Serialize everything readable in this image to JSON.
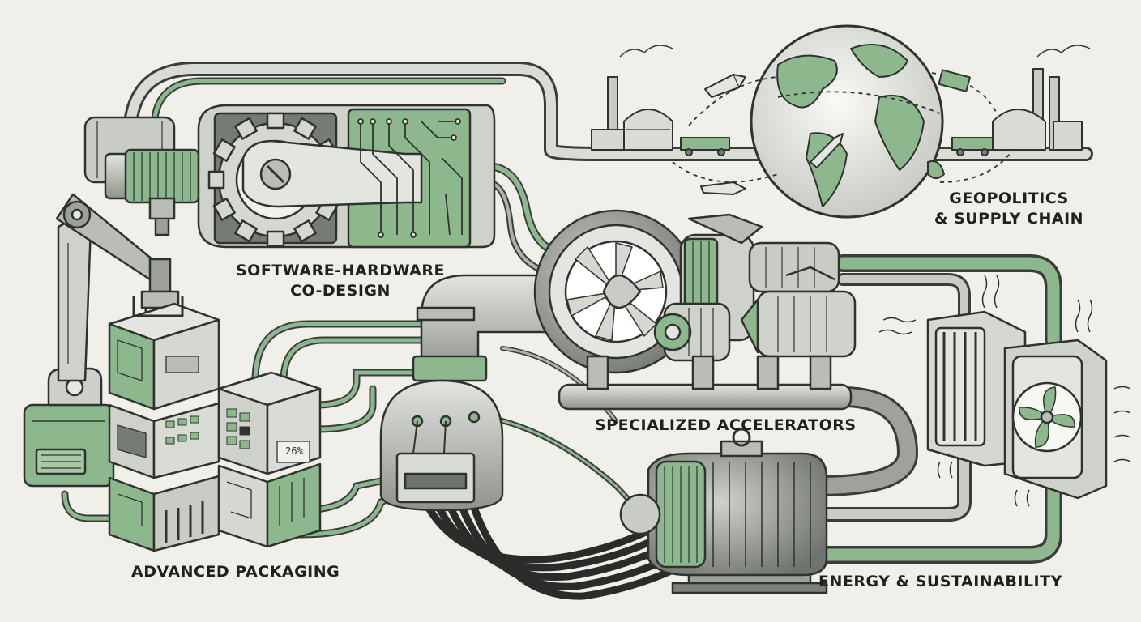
{
  "labels": {
    "software_hardware_line1": "SOFTWARE-HARDWARE",
    "software_hardware_line2": "CO-DESIGN",
    "geopolitics_line1": "GEOPOLITICS",
    "geopolitics_line2": "& SUPPLY CHAIN",
    "specialized_accelerators": "SPECIALIZED ACCELERATORS",
    "advanced_packaging": "ADVANCED PACKAGING",
    "energy_sustainability": "ENERGY & SUSTAINABILITY"
  },
  "chip_readout": "26%",
  "colors": {
    "background": "#f0efea",
    "ink": "#3a3d3a",
    "accent_green": "#8db88d",
    "metal_gray": "#bfc3bd",
    "dark_gray": "#7d817b"
  }
}
